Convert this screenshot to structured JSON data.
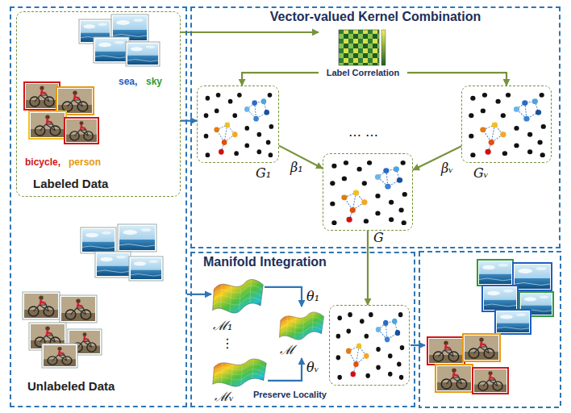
{
  "diagram": {
    "nodes": [
      {
        "text": [
          "Unlabeled Data"
        ]
      },
      {
        "text": [
          "sea,",
          "sky",
          "bicycle,",
          "person",
          "Labeled Data"
        ],
        "in": 0
      },
      {
        "text": [
          "Vector-valued Kernel Combination"
        ]
      },
      {
        "text": [
          "Label Correlation"
        ],
        "in": 2
      },
      {
        "text": [
          "G₁"
        ],
        "in": 2
      },
      {
        "text": [
          "G"
        ],
        "in": 2
      },
      {
        "text": [
          "Gᵥ"
        ],
        "in": 2
      },
      {
        "text": [
          "Manifold Integration"
        ]
      },
      {
        "text": [
          "ℳ₁"
        ],
        "in": 7
      },
      {
        "text": [
          "ℳᵥ"
        ],
        "in": 7
      },
      {
        "text": [
          "ℳ"
        ],
        "in": 7
      },
      {
        "text": [
          "Preserve Locality"
        ],
        "in": 7
      }
    ],
    "edges": [
      {
        "from": 1,
        "to": 3,
        "arrow": "to"
      },
      {
        "from": 1,
        "to": 4,
        "arrow": "to"
      },
      {
        "from": 3,
        "to": 4,
        "arrow": "to"
      },
      {
        "from": 3,
        "to": 6,
        "arrow": "to"
      },
      {
        "from": 4,
        "to": 5,
        "label": "β₁",
        "arrow": "to"
      },
      {
        "from": 6,
        "to": 5,
        "label": "βᵥ",
        "arrow": "to"
      },
      {
        "from": 0,
        "to": 8,
        "arrow": "to"
      },
      {
        "from": 8,
        "to": 10,
        "label": "θ₁",
        "arrow": "to"
      },
      {
        "from": 9,
        "to": 10,
        "label": "θᵥ",
        "arrow": "to"
      },
      {
        "from": 5,
        "to": 11,
        "arrow": "to"
      }
    ],
    "labels": [
      "… …",
      "⋮"
    ]
  }
}
